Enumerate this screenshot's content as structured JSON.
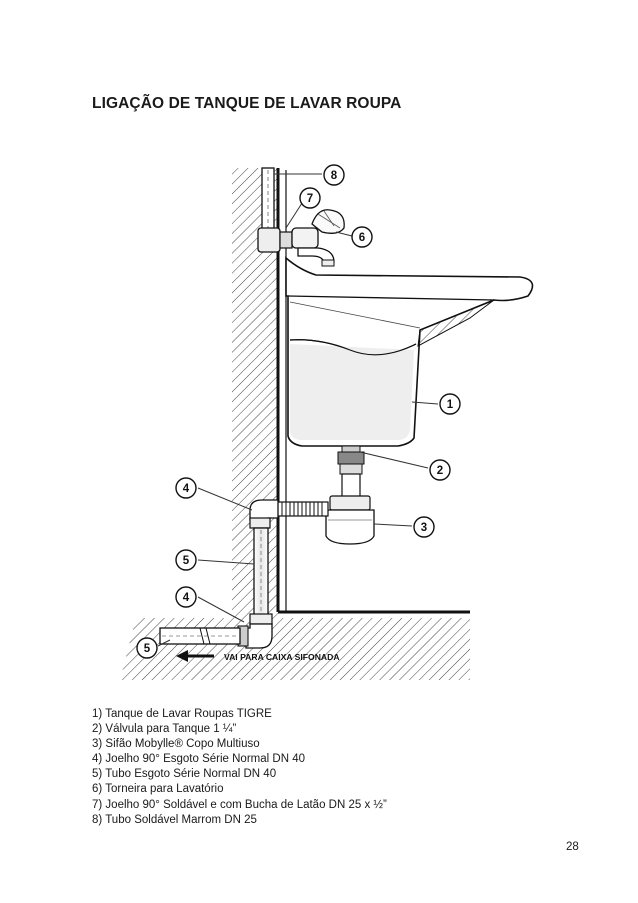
{
  "page_title": "LIGAÇÃO DE TANQUE DE LAVAR ROUPA",
  "callouts": [
    "1",
    "2",
    "3",
    "4",
    "5",
    "6",
    "7",
    "8",
    "4",
    "5"
  ],
  "drain_label": "VAI PARA CAIXA SIFONADA",
  "legend": [
    "1) Tanque de Lavar Roupas TIGRE",
    "2) Válvula para Tanque 1 ¼”",
    "3) Sifão Mobylle® Copo Multiuso",
    "4) Joelho 90° Esgoto Série Normal DN 40",
    "5) Tubo Esgoto Série Normal DN 40",
    "6) Torneira para Lavatório",
    "7) Joelho 90° Soldável e com Bucha de Latão DN 25 x ½”",
    "8) Tubo Soldável Marrom DN 25"
  ],
  "page_number": "28"
}
